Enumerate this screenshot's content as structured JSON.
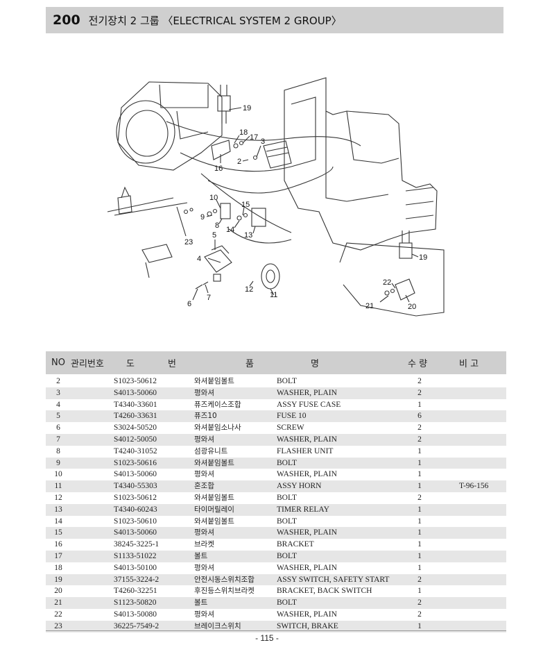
{
  "header": {
    "number": "200",
    "title": "전기장치 2 그룹 〈ELECTRICAL SYSTEM 2 GROUP〉"
  },
  "diagram": {
    "callouts": [
      "19",
      "18",
      "17",
      "3",
      "2",
      "16",
      "10",
      "15",
      "9",
      "8",
      "14",
      "13",
      "23",
      "5",
      "4",
      "12",
      "11",
      "6",
      "7",
      "22",
      "21",
      "20",
      "19"
    ]
  },
  "table": {
    "headers": {
      "no": "NO",
      "code": "관리번호",
      "do": "도",
      "beon": "번",
      "pum": "품",
      "myeong": "명",
      "qty": "수 량",
      "remark": "비 고"
    },
    "rows": [
      {
        "no": "2",
        "code": "S1023-50612",
        "kr": "와셔붙임볼트",
        "en": "BOLT",
        "qty": "2",
        "remark": ""
      },
      {
        "no": "3",
        "code": "S4013-50060",
        "kr": "평와셔",
        "en": "WASHER, PLAIN",
        "qty": "2",
        "remark": ""
      },
      {
        "no": "4",
        "code": "T4340-33601",
        "kr": "퓨즈케이스조합",
        "en": "ASSY FUSE CASE",
        "qty": "1",
        "remark": ""
      },
      {
        "no": "5",
        "code": "T4260-33631",
        "kr": "퓨즈10",
        "en": "FUSE 10",
        "qty": "6",
        "remark": ""
      },
      {
        "no": "6",
        "code": "S3024-50520",
        "kr": "와셔붙임소나사",
        "en": "SCREW",
        "qty": "2",
        "remark": ""
      },
      {
        "no": "7",
        "code": "S4012-50050",
        "kr": "평와셔",
        "en": "WASHER, PLAIN",
        "qty": "2",
        "remark": ""
      },
      {
        "no": "8",
        "code": "T4240-31052",
        "kr": "섬광유니트",
        "en": "FLASHER UNIT",
        "qty": "1",
        "remark": ""
      },
      {
        "no": "9",
        "code": "S1023-50616",
        "kr": "와셔붙임볼트",
        "en": "BOLT",
        "qty": "1",
        "remark": ""
      },
      {
        "no": "10",
        "code": "S4013-50060",
        "kr": "평와셔",
        "en": "WASHER, PLAIN",
        "qty": "1",
        "remark": ""
      },
      {
        "no": "11",
        "code": "T4340-55303",
        "kr": "혼조합",
        "en": "ASSY HORN",
        "qty": "1",
        "remark": "T-96-156"
      },
      {
        "no": "12",
        "code": "S1023-50612",
        "kr": "와셔붙임볼트",
        "en": "BOLT",
        "qty": "2",
        "remark": ""
      },
      {
        "no": "13",
        "code": "T4340-60243",
        "kr": "타이머릴레이",
        "en": "TIMER RELAY",
        "qty": "1",
        "remark": ""
      },
      {
        "no": "14",
        "code": "S1023-50610",
        "kr": "와셔붙임볼트",
        "en": "BOLT",
        "qty": "1",
        "remark": ""
      },
      {
        "no": "15",
        "code": "S4013-50060",
        "kr": "평와셔",
        "en": "WASHER, PLAIN",
        "qty": "1",
        "remark": ""
      },
      {
        "no": "16",
        "code": "38245-3225-1",
        "kr": "브라켓",
        "en": "BRACKET",
        "qty": "1",
        "remark": ""
      },
      {
        "no": "17",
        "code": "S1133-51022",
        "kr": "볼트",
        "en": "BOLT",
        "qty": "1",
        "remark": ""
      },
      {
        "no": "18",
        "code": "S4013-50100",
        "kr": "평와셔",
        "en": "WASHER, PLAIN",
        "qty": "1",
        "remark": ""
      },
      {
        "no": "19",
        "code": "37155-3224-2",
        "kr": "안전시동스위치조합",
        "en": "ASSY SWITCH, SAFETY START",
        "qty": "2",
        "remark": ""
      },
      {
        "no": "20",
        "code": "T4260-32251",
        "kr": "후진등스위치브라켓",
        "en": "BRACKET, BACK SWITCH",
        "qty": "1",
        "remark": ""
      },
      {
        "no": "21",
        "code": "S1123-50820",
        "kr": "볼트",
        "en": "BOLT",
        "qty": "2",
        "remark": ""
      },
      {
        "no": "22",
        "code": "S4013-50080",
        "kr": "평와셔",
        "en": "WASHER, PLAIN",
        "qty": "2",
        "remark": ""
      },
      {
        "no": "23",
        "code": "36225-7549-2",
        "kr": "브레이크스위치",
        "en": "SWITCH, BRAKE",
        "qty": "1",
        "remark": ""
      }
    ]
  },
  "page_number": "- 115 -"
}
